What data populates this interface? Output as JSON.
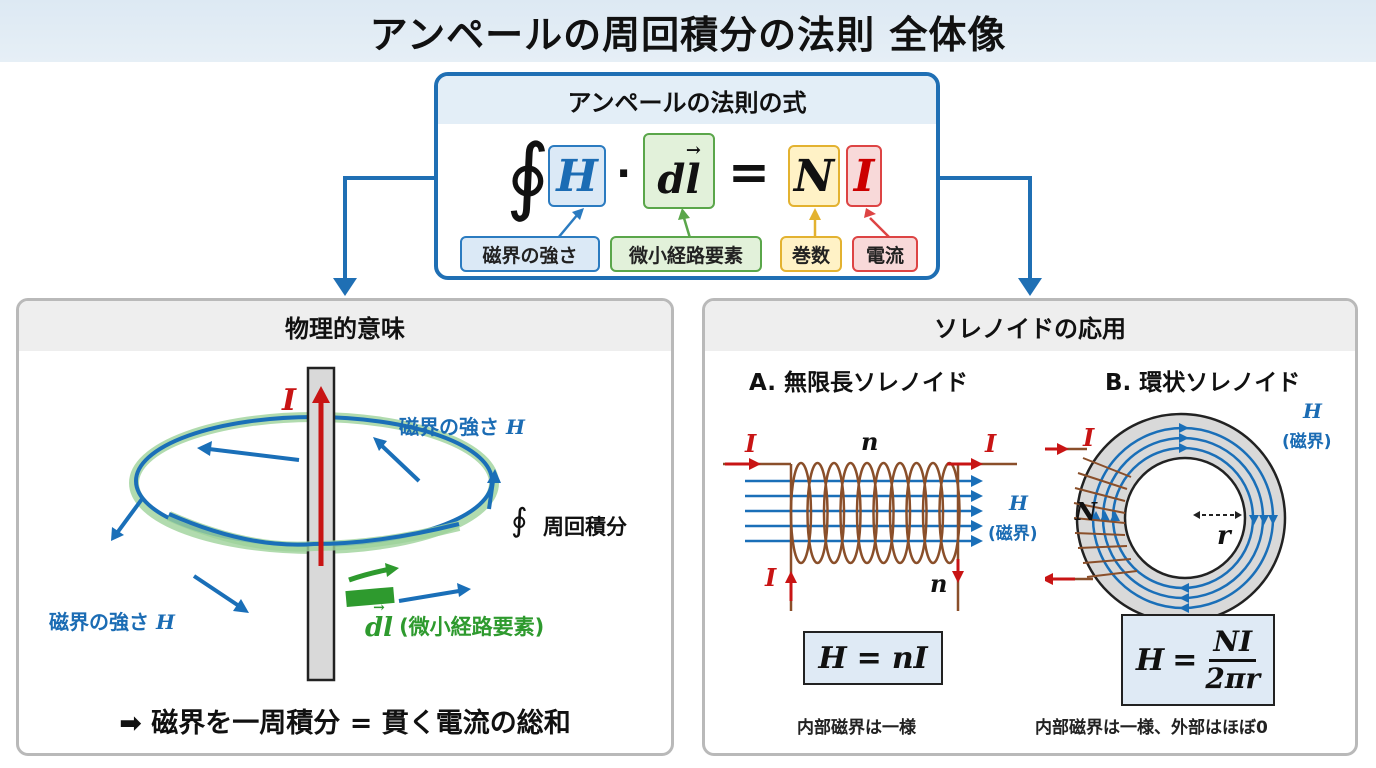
{
  "title": "アンペールの周回積分の法則  全体像",
  "formula": {
    "heading": "アンペールの法則の式",
    "oint_symbol": "∮",
    "H_symbol": "H",
    "dot": "·",
    "dl_symbol": "dl",
    "vector_arrow": "→",
    "equals": "=",
    "N_symbol": "N",
    "I_symbol": "I",
    "labels": {
      "H": "磁界の強さ",
      "dl": "微小経路要素",
      "N": "巻数",
      "I": "電流"
    },
    "colors": {
      "H": "#2b7bc0",
      "dl": "#5aa64a",
      "N": "#e3b230",
      "I": "#d44444"
    }
  },
  "physical_meaning": {
    "heading": "物理的意味",
    "current_label": "I",
    "field_label_top": "磁界の強さ",
    "field_label_bottom": "磁界の強さ",
    "field_symbol": "H",
    "integral_symbol": "∮",
    "integral_label": "周回積分",
    "element_symbol": "dl",
    "element_label": "(微小経路要素)",
    "summary_arrow": "➡",
    "summary": "磁界を一周積分 = 貫く電流の総和"
  },
  "solenoid": {
    "heading": "ソレノイドの応用",
    "infinite": {
      "title": "A. 無限長ソレノイド",
      "current_label": "I",
      "turns_label": "n",
      "field_symbol": "H",
      "field_label": "(磁界)",
      "formula_lhs": "H",
      "formula_eq": "=",
      "formula_rhs": "nI",
      "note": "内部磁界は一様"
    },
    "toroidal": {
      "title": "B. 環状ソレノイド",
      "current_label": "I",
      "turns_label": "N",
      "radius_label": "r",
      "field_symbol": "H",
      "field_label": "(磁界)",
      "formula_lhs": "H",
      "formula_eq": "=",
      "formula_num": "NI",
      "formula_den": "2πr",
      "note": "内部磁界は一様、外部はほぼ0"
    }
  }
}
